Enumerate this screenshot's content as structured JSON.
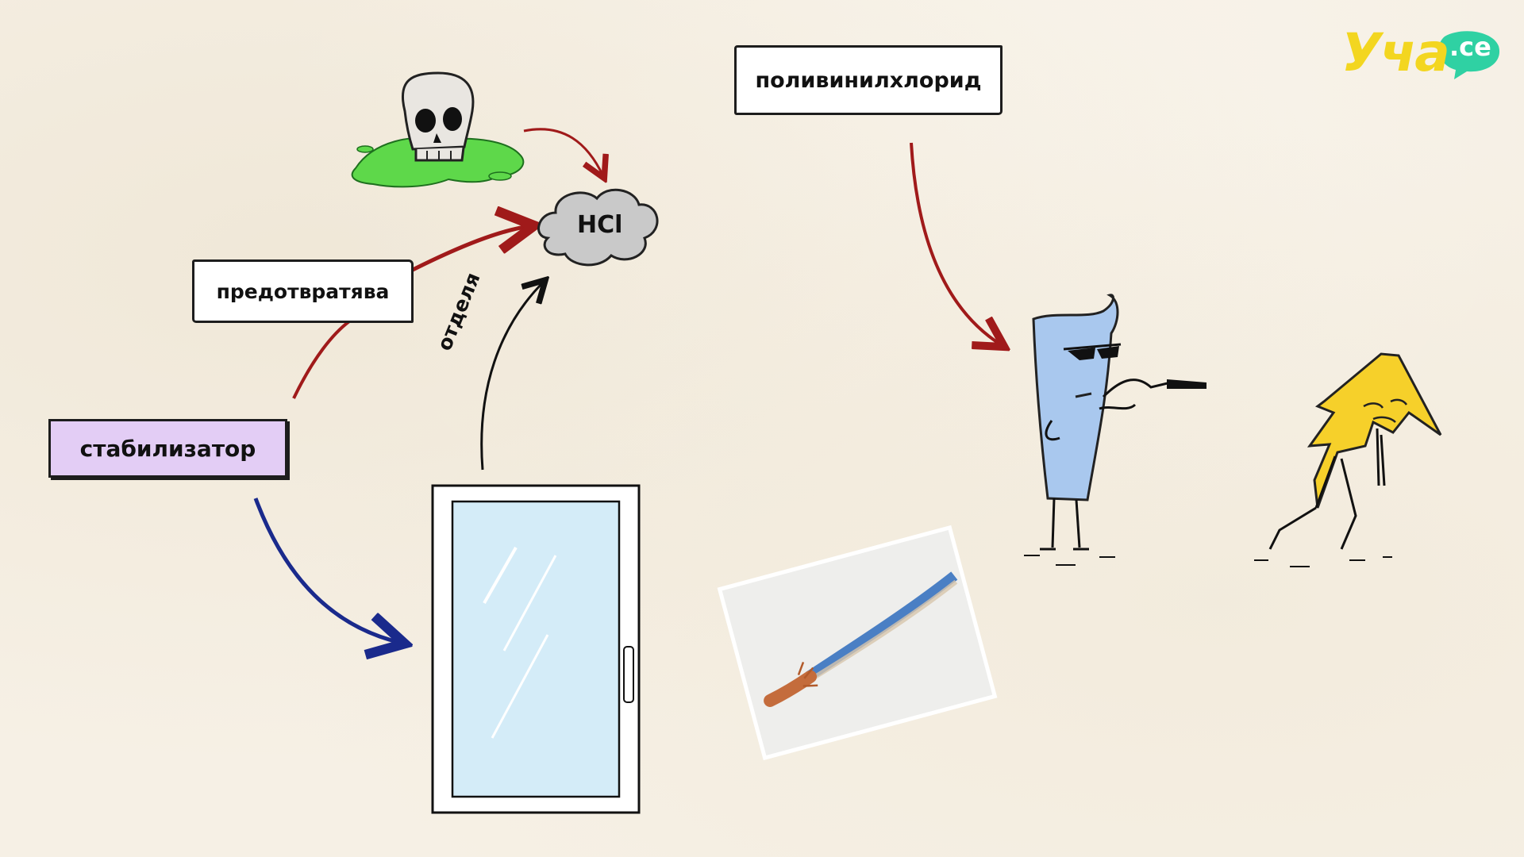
{
  "labels": {
    "stabilizer": "стабилизатор",
    "prevents": "предотвратява",
    "pvc": "поливинилхлорид",
    "releases": "отделя",
    "hcl": "HCl"
  },
  "logo": {
    "main": "Уча",
    "badge": ".се"
  },
  "colors": {
    "background": "#f6f0e5",
    "stabilizer_fill": "#e3cdf5",
    "arrow_red": "#a01a1a",
    "arrow_blue": "#1a2a8c",
    "arrow_black": "#111111",
    "logo_yellow": "#f3d620",
    "logo_green": "#2fd1a3"
  },
  "icons": [
    "skull-icon",
    "toxic-puddle-icon",
    "cloud-icon",
    "window-icon",
    "cable-icon",
    "pvc-character-icon",
    "lightning-character-icon"
  ]
}
